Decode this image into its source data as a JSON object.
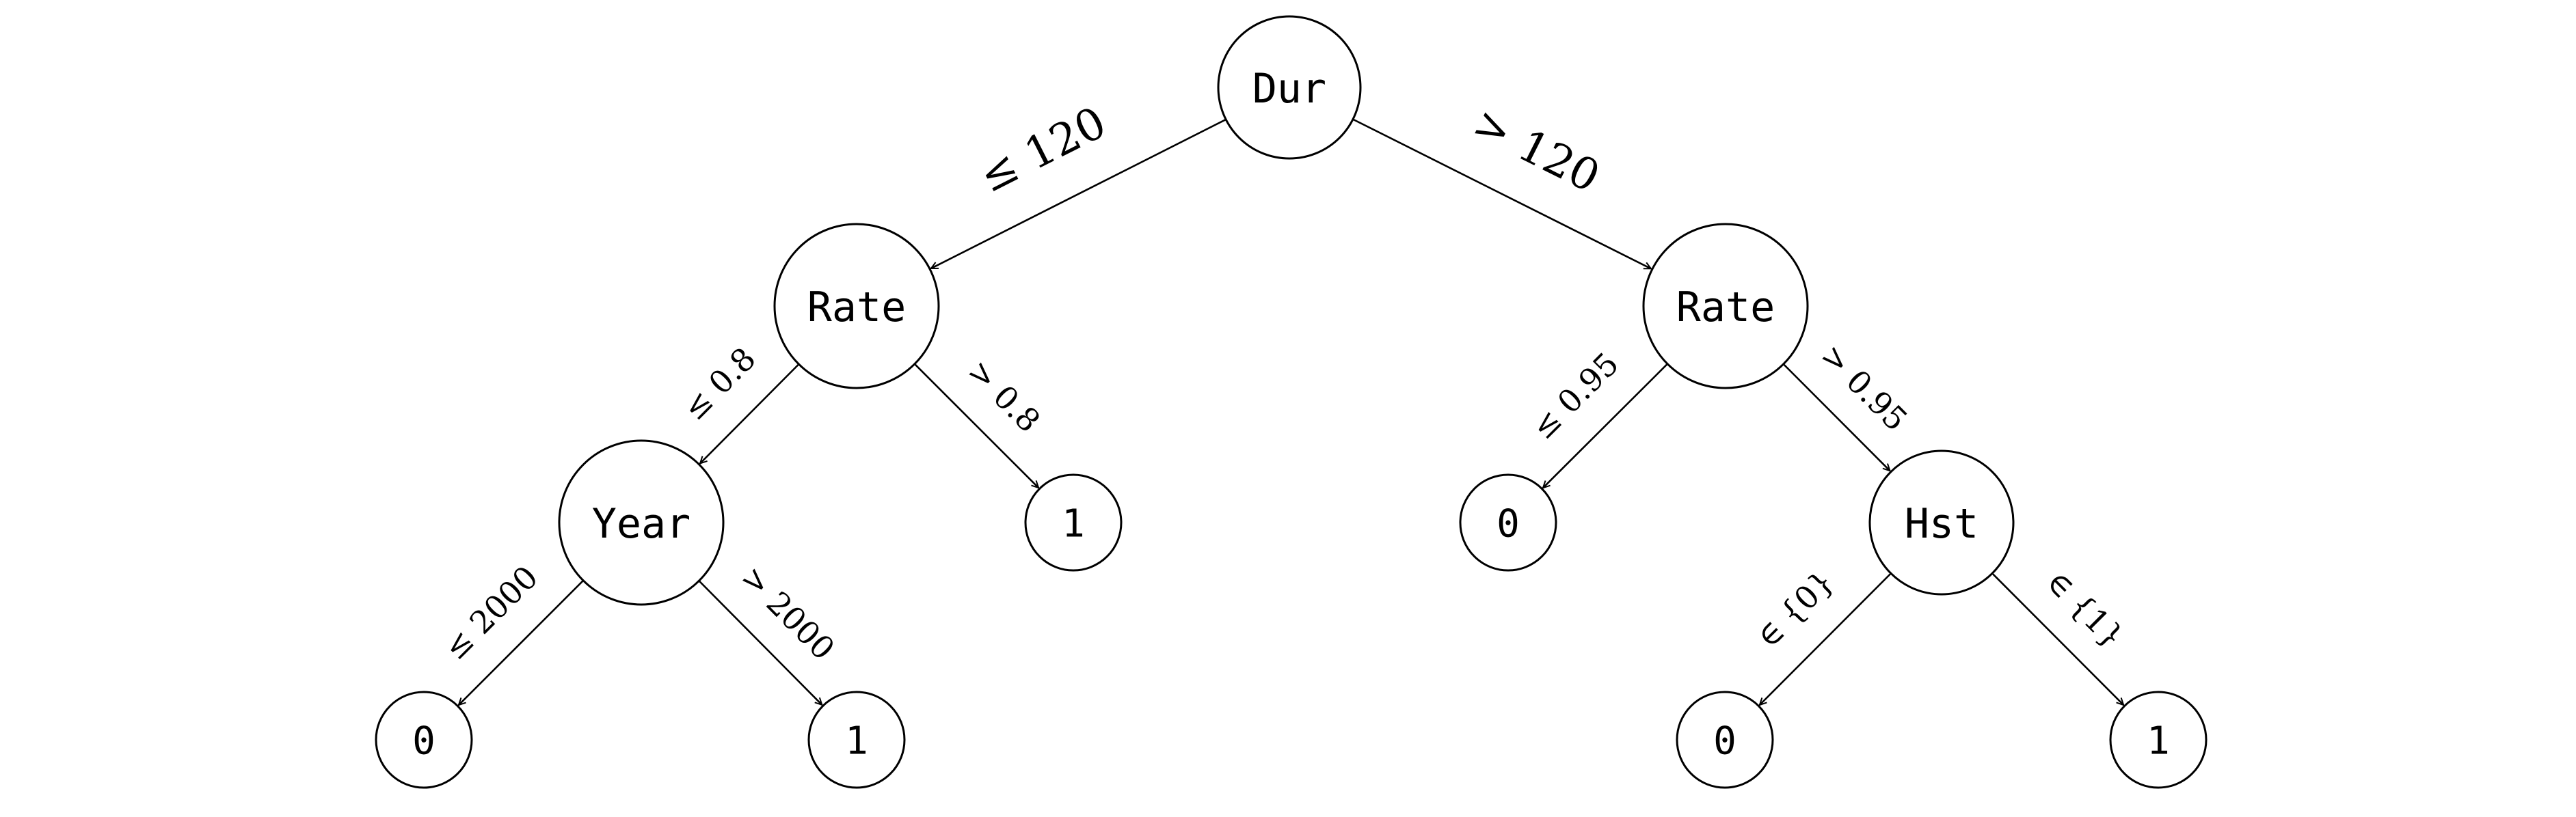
{
  "tree": {
    "nodes": [
      {
        "id": "dur",
        "label": "Dur",
        "kind": "split"
      },
      {
        "id": "rate_l",
        "label": "Rate",
        "kind": "split"
      },
      {
        "id": "rate_r",
        "label": "Rate",
        "kind": "split"
      },
      {
        "id": "year",
        "label": "Year",
        "kind": "split"
      },
      {
        "id": "leaf_a",
        "label": "1",
        "kind": "leaf"
      },
      {
        "id": "leaf_b",
        "label": "0",
        "kind": "leaf"
      },
      {
        "id": "hst",
        "label": "Hst",
        "kind": "split"
      },
      {
        "id": "leaf_c",
        "label": "0",
        "kind": "leaf"
      },
      {
        "id": "leaf_d",
        "label": "1",
        "kind": "leaf"
      },
      {
        "id": "leaf_e",
        "label": "0",
        "kind": "leaf"
      },
      {
        "id": "leaf_f",
        "label": "1",
        "kind": "leaf"
      }
    ],
    "edges": [
      {
        "from": "dur",
        "to": "rate_l",
        "label": "≤ 120"
      },
      {
        "from": "dur",
        "to": "rate_r",
        "label": "> 120"
      },
      {
        "from": "rate_l",
        "to": "year",
        "label": "≤ 0.8"
      },
      {
        "from": "rate_l",
        "to": "leaf_a",
        "label": "> 0.8"
      },
      {
        "from": "rate_r",
        "to": "leaf_b",
        "label": "≤ 0.95"
      },
      {
        "from": "rate_r",
        "to": "hst",
        "label": "> 0.95"
      },
      {
        "from": "year",
        "to": "leaf_c",
        "label": "≤ 2000"
      },
      {
        "from": "year",
        "to": "leaf_d",
        "label": "> 2000"
      },
      {
        "from": "hst",
        "to": "leaf_e",
        "label": "∈ {0}"
      },
      {
        "from": "hst",
        "to": "leaf_f",
        "label": "∈ {1}"
      }
    ]
  }
}
